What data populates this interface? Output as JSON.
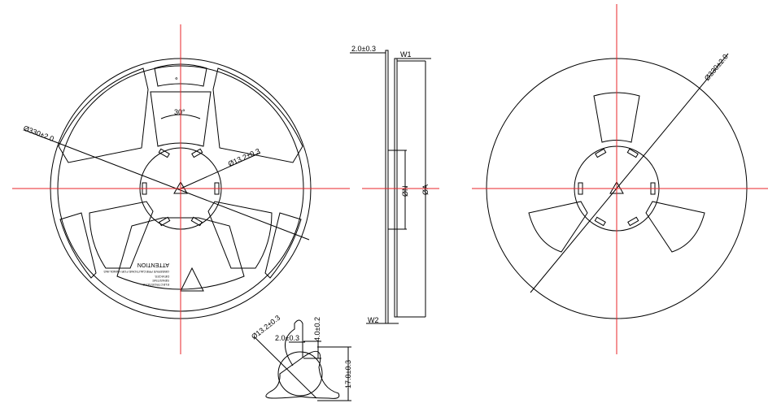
{
  "colors": {
    "centerline": "#e8262a",
    "outline": "#000000",
    "background": "#ffffff"
  },
  "front_view": {
    "outer_diameter": "Ø330±2.0",
    "spoke_angle": "30°",
    "hub_diameter": "Ø13.2±0.3",
    "label": {
      "title": "ATTENTION",
      "line1": "ELECTROSTATIC",
      "line2": "SENSITIVE",
      "line3": "DEVICES",
      "small_text": "OBSERVE PRECAUTIONS FOR HANDLING"
    }
  },
  "side_view": {
    "flange_thickness": "2.0±0.3",
    "w1": "W1",
    "w2": "W2",
    "hub_dia": "ØN",
    "reel_dia": "ØA"
  },
  "hub_detail": {
    "slot_width": "2.0±0.3",
    "slot_depth": "4.0±0.2",
    "bore": "Ø13.2±0.3",
    "height": "17.0±0.3"
  },
  "back_view": {
    "outer_diameter": "Ø330±2.0"
  }
}
